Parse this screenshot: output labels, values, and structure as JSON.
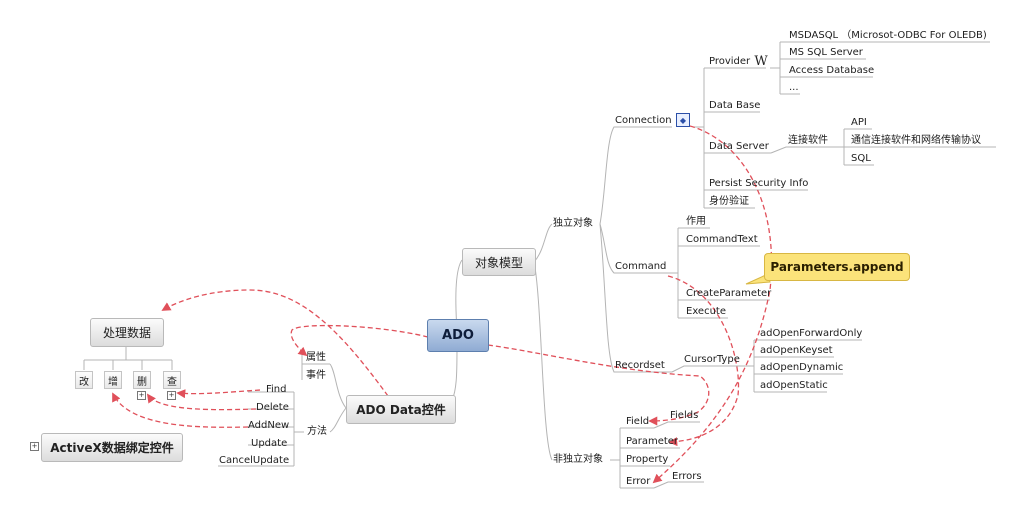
{
  "root": "ADO",
  "object_model": {
    "title": "对象模型",
    "independent": "独立对象",
    "dependent": "非独立对象",
    "connection": {
      "label": "Connection",
      "provider": "Provider",
      "providers": [
        "MSDASQL （Microsot-ODBC For OLEDB)",
        "MS SQL Server",
        "Access Database",
        "..."
      ],
      "database": "Data Base",
      "data_server": "Data Server",
      "connect_software": "连接软件",
      "server_items": [
        "API",
        "通信连接软件和网络传输协议",
        "SQL"
      ],
      "persist": "Persist Security Info",
      "auth": "身份验证"
    },
    "command": {
      "label": "Command",
      "items": [
        "作用",
        "CommandText",
        "CreateParameter",
        "Execute"
      ]
    },
    "callout": "Parameters.append",
    "recordset": {
      "label": "Recordset",
      "cursor_type": "CursorType",
      "cursors": [
        "adOpenForwardOnly",
        "adOpenKeyset",
        "adOpenDynamic",
        "adOpenStatic"
      ],
      "fields": "Fields"
    },
    "dependents": [
      "Field",
      "Parameter",
      "Property",
      "Error"
    ],
    "errors": "Errors"
  },
  "control": {
    "title": "ADO Data控件",
    "attributes": "属性",
    "events": "事件",
    "methods": "方法",
    "method_items": [
      "Find",
      "Delete",
      "AddNew",
      "Update",
      "CancelUpdate"
    ]
  },
  "processing": {
    "title": "处理数据",
    "ops": [
      "改",
      "增",
      "删",
      "查"
    ]
  },
  "activex": "ActiveX数据绑定控件",
  "expander_symbol": "+",
  "colors": {
    "line": "#b4b4b4",
    "relation": "#e0505a",
    "root_fill": "#9fb9dd",
    "callout_fill": "#fbe37a"
  }
}
